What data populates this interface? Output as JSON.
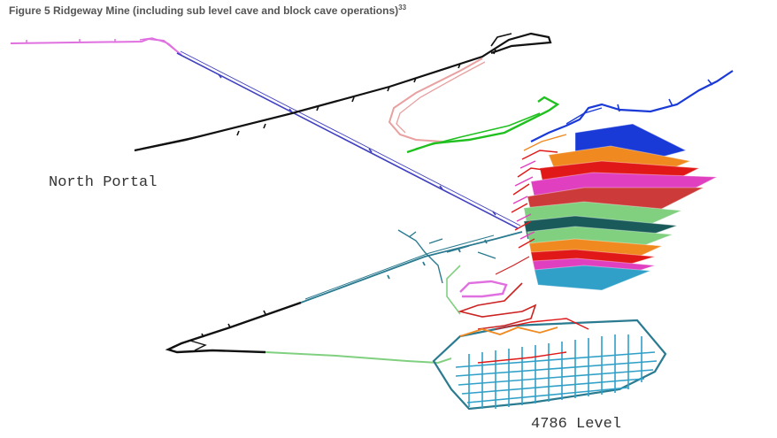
{
  "figure": {
    "title": "Figure 5 Ridgeway Mine (including sub level cave and block cave operations)",
    "footnote_ref": "33"
  },
  "labels": {
    "north_portal": "North Portal",
    "level": "4786 Level"
  },
  "colors": {
    "pink_portal": "#e070e0",
    "decline_blue": "#4040c0",
    "black_decline": "#111111",
    "salmon": "#e8a0a0",
    "green": "#20c020",
    "teal": "#2a7a90",
    "light_green": "#80d080",
    "blue_top": "#1a3ad8",
    "orange": "#f08a20",
    "red": "#e01818",
    "magenta": "#e040c0",
    "dark_teal": "#1a5a5a",
    "cyan_block": "#30a0c8"
  }
}
